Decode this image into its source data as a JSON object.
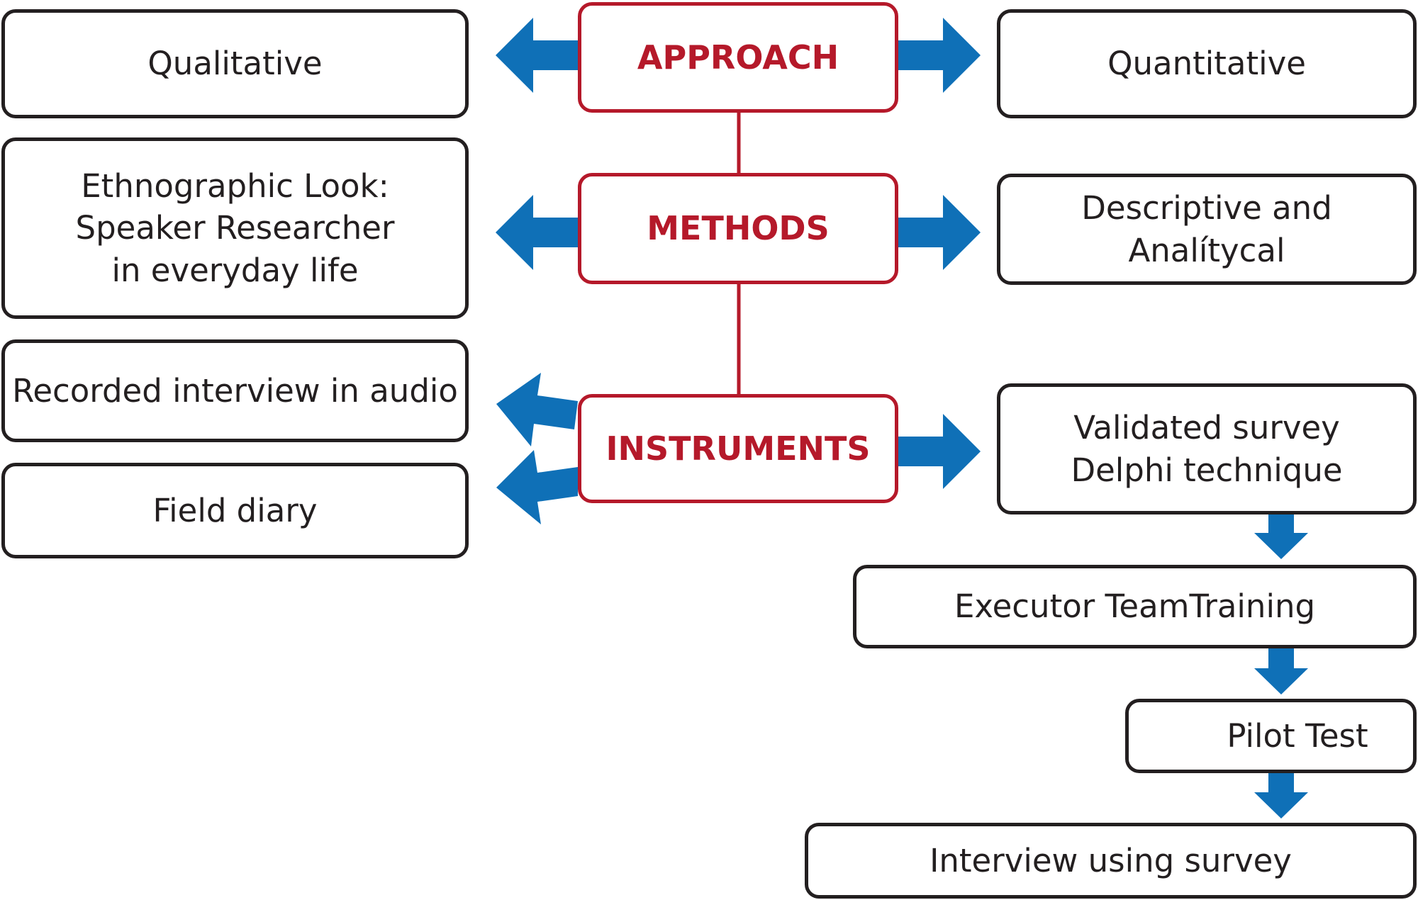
{
  "center": {
    "approach": "APPROACH",
    "methods": "METHODS",
    "instruments": "INSTRUMENTS"
  },
  "left": {
    "qualitative": "Qualitative",
    "ethnographic": "Ethnographic Look:\nSpeaker Researcher\nin everyday life",
    "recorded": "Recorded interview in audio",
    "diary": "Field diary"
  },
  "right": {
    "quantitative": "Quantitative",
    "descriptive": "Descriptive and\nAnalítycal",
    "validated": "Validated survey\nDelphi technique"
  },
  "process": {
    "training": "Executor TeamTraining",
    "pilot": "Pilot Test",
    "interview": "Interview using survey"
  },
  "colors": {
    "arrow": "#0f70b7",
    "center_border": "#b5192a",
    "box_border": "#231f20"
  }
}
